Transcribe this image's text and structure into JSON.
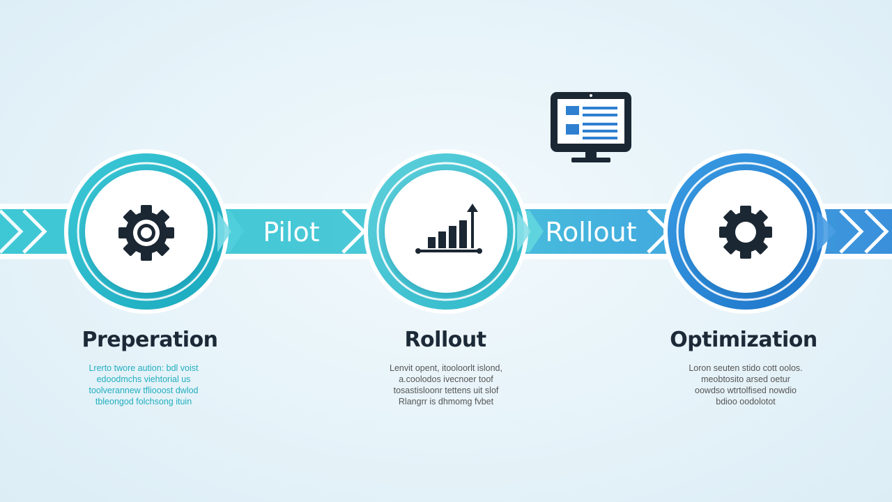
{
  "band_labels": {
    "pilot": "Pilot",
    "rollout": "Rollout"
  },
  "steps": [
    {
      "title": "Preperation",
      "icon": "gear-icon",
      "color": "#22b3c4",
      "description": [
        "Lrerto twore aution: bdl voist",
        "edoodmchs viehtorial us",
        "toolverannew tfliooost dwlod",
        "tbleongod folchsong ituin"
      ]
    },
    {
      "title": "Rollout",
      "icon": "bar-chart-icon",
      "color": "#555555",
      "description": [
        "Lenvit opent, itooloorlt islond,",
        "a.coolodos ivecnoer toof",
        "tosastisloonr tettens uit slof",
        "Rlangrr is dhmomg fvbet"
      ]
    },
    {
      "title": "Optimization",
      "icon": "gear-icon",
      "color": "#555555",
      "description": [
        "Loron seuten stido cott oolos.",
        "meobtosito arsed oetur",
        "oowdso wtrtolfised nowdio",
        "bdioo oodolotot"
      ]
    }
  ],
  "top_icon": "monitor-icon",
  "colors": {
    "teal": "#29bccd",
    "teal_light": "#74d6e0",
    "blue": "#2f8fdc",
    "blue_dark": "#1c74cc",
    "icon_dark": "#1b2733"
  }
}
